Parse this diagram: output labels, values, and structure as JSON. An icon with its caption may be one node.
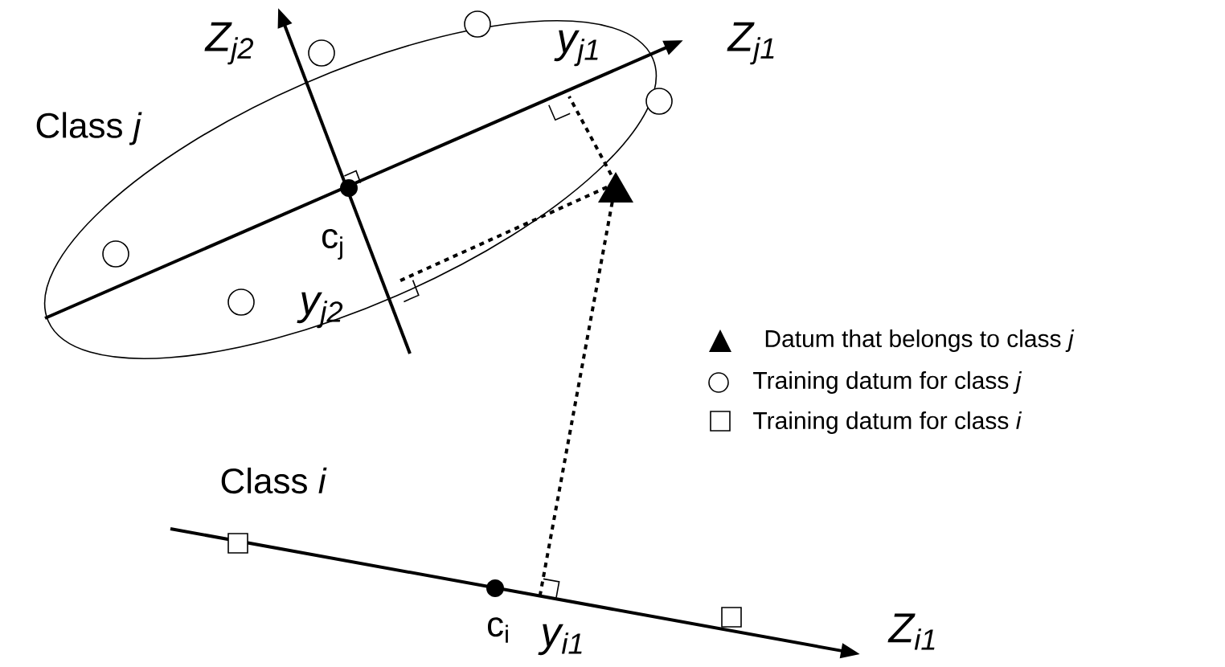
{
  "diagram": {
    "labels": [
      "Z$_{j2}$",
      "y$_{j1}$",
      "Z$_{j1}$",
      "Class *j*",
      "c$_{j}$",
      "y$_{j2}$",
      "Class *i*",
      "c$_{i}$",
      "y$_{i1}$",
      "Z$_{i1}$"
    ],
    "legend": [
      {
        "text": "Datum that belongs to class *j*"
      },
      {
        "text": "Training datum for class *j*"
      },
      {
        "text": "Training datum for class *i*"
      }
    ]
  }
}
